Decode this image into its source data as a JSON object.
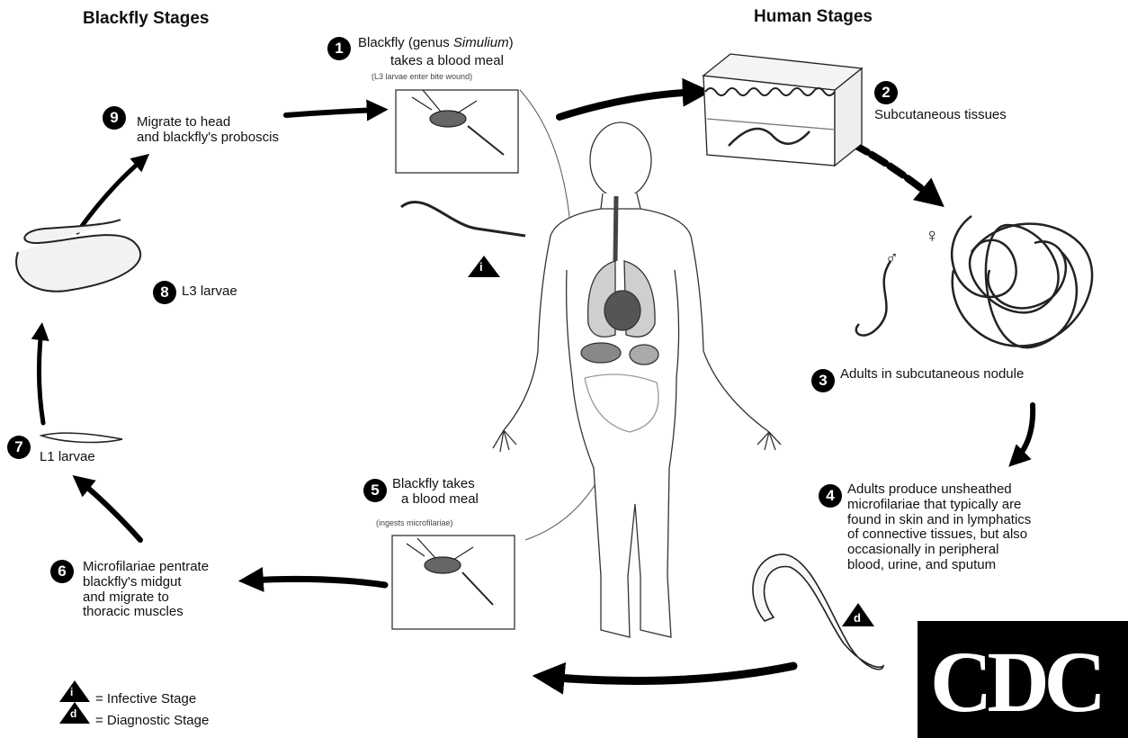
{
  "headers": {
    "blackfly": "Blackfly Stages",
    "human": "Human Stages"
  },
  "steps": [
    {
      "num": "1",
      "text_prefix": "Blackfly (genus ",
      "text_italic": "Simulium",
      "text_suffix": ")",
      "line2": "takes a blood meal",
      "sub": "(L3 larvae enter bite wound)"
    },
    {
      "num": "2",
      "text": "Subcutaneous tissues"
    },
    {
      "num": "3",
      "text": "Adults in subcutaneous nodule"
    },
    {
      "num": "4",
      "lines": [
        "Adults produce unsheathed",
        "microfilariae that typically are",
        "found in skin and in lymphatics",
        "of connective tissues,  but also",
        "occasionally in peripheral",
        "blood, urine, and sputum"
      ]
    },
    {
      "num": "5",
      "lines": [
        "Blackfly takes",
        "a blood meal"
      ],
      "sub": "(ingests microfilariae)"
    },
    {
      "num": "6",
      "lines": [
        "Microfilariae pentrate",
        "blackfly's midgut",
        "and migrate to",
        "thoracic muscles"
      ]
    },
    {
      "num": "7",
      "text": "L1 larvae"
    },
    {
      "num": "8",
      "text": "L3 larvae"
    },
    {
      "num": "9",
      "lines": [
        "Migrate to head",
        "and blackfly's proboscis"
      ]
    }
  ],
  "legend": {
    "infective_symbol": "i",
    "infective": "= Infective Stage",
    "diagnostic_symbol": "d",
    "diagnostic": "= Diagnostic Stage"
  },
  "sex_symbols": {
    "male": "♂",
    "female": "♀"
  },
  "logo_text": "CDC"
}
